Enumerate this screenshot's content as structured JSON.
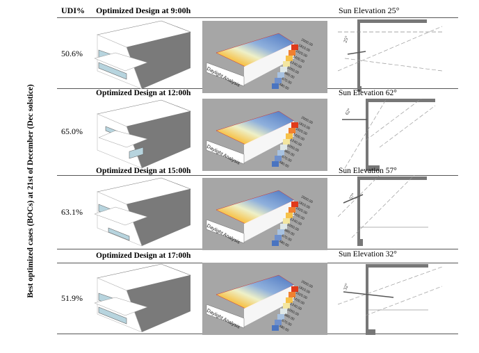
{
  "header": {
    "udi": "UDI%",
    "design": "Optimized Design at 9:00h",
    "sun": "Sun Elevation 25°"
  },
  "side_label": "Best optimized cases (BOCs) at 21st of December (Dec solstice)",
  "rows": [
    {
      "udi": "50.6%",
      "title": "",
      "sun": "",
      "angle": "25°"
    },
    {
      "udi": "65.0%",
      "title": "Optimized Design at 12:00h",
      "sun": "Sun Elevation 62°",
      "angle": "62°"
    },
    {
      "udi": "63.1%",
      "title": "Optimized Design at 15:00h",
      "sun": "Sun Elevation 57°",
      "angle": "57°"
    },
    {
      "udi": "51.9%",
      "title": "Optimized Design at 17:00h",
      "sun": "Sun Elevation 32°",
      "angle": "32°"
    }
  ],
  "daylight_label": "Daylight Analysis",
  "legend_values": [
    "2000.00",
    "1810.00",
    "1620.00",
    "1430.00",
    "1240.00",
    "1050.00",
    "860.00",
    "670.00",
    "480.00"
  ],
  "colors": {
    "rule": "#555555",
    "daylight_bg": "#a6a6a6",
    "box_side": "#7a7a7a",
    "glass": "#b7d4de"
  }
}
